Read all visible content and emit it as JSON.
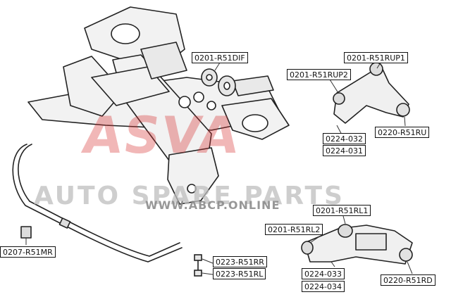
{
  "watermark": {
    "brand": "ASVA",
    "tagline": "AUTO SPARE PARTS",
    "url": "WWW.ABCP.ONLINE",
    "brand_color": "#d83030"
  },
  "part_labels": {
    "diff_mount": "0201-R51DIF",
    "upper_arm_bush_1": "0201-R51RUP1",
    "upper_arm_bush_2": "0201-R51RUP2",
    "upper_arm_1": "0224-032",
    "upper_arm_2": "0224-031",
    "upper_ball_joint": "0220-R51RU",
    "lower_arm_bush_1": "0201-R51RL1",
    "lower_arm_bush_2": "0201-R51RL2",
    "lower_arm_1": "0224-033",
    "lower_arm_2": "0224-034",
    "lower_ball_joint": "0220-R51RD",
    "stabilizer_bush": "0207-R51MR",
    "stabilizer_link_right": "0223-R51RR",
    "stabilizer_link_left": "0223-R51RL"
  }
}
